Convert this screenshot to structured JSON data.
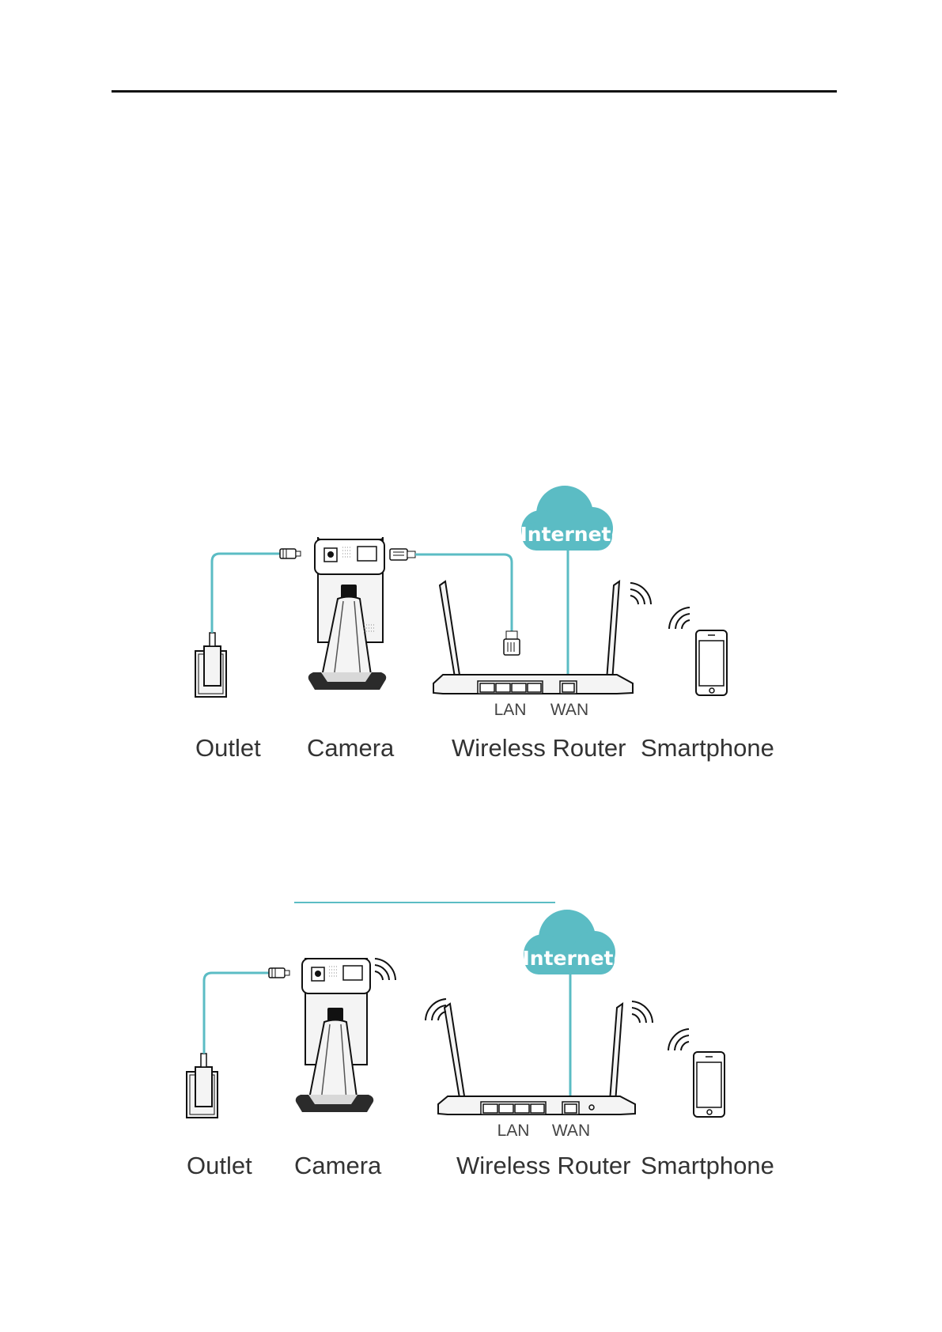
{
  "colors": {
    "accent": "#5bbcc4",
    "line": "#111111",
    "device_fill": "#f4f4f4",
    "text": "#333333"
  },
  "diagrams": [
    {
      "connection": "wired",
      "cloud_label": "Internet",
      "ports": {
        "lan": "LAN",
        "wan": "WAN"
      },
      "devices": {
        "outlet": "Outlet",
        "camera": "Camera",
        "router": "Wireless Router",
        "phone": "Smartphone"
      }
    },
    {
      "connection": "wireless",
      "cloud_label": "Internet",
      "ports": {
        "lan": "LAN",
        "wan": "WAN"
      },
      "devices": {
        "outlet": "Outlet",
        "camera": "Camera",
        "router": "Wireless Router",
        "phone": "Smartphone"
      }
    }
  ],
  "icons": [
    "internet-cloud-icon",
    "power-outlet-icon",
    "camera-icon",
    "router-icon",
    "smartphone-icon",
    "wifi-signal-icon",
    "ethernet-plug-icon",
    "power-plug-icon"
  ]
}
